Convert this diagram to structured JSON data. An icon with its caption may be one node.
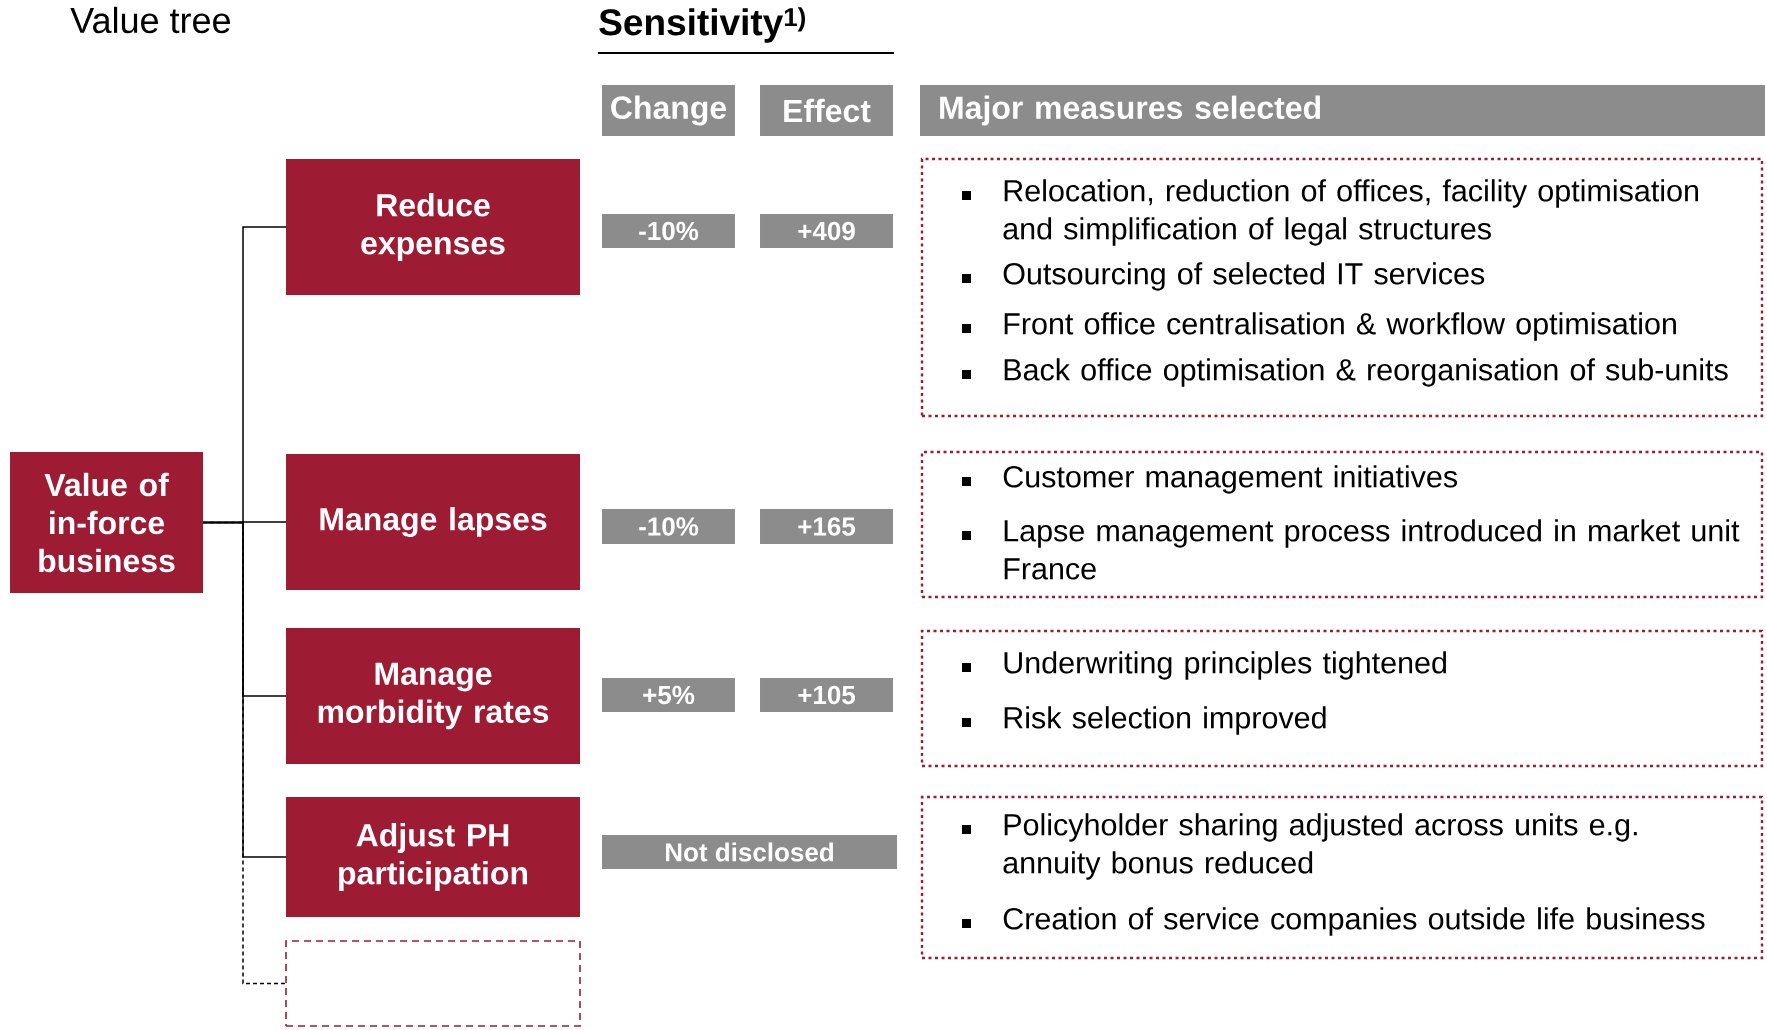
{
  "diagram": {
    "title": "Value tree",
    "nodes": [
      {
        "text": [
          "Value of in-force business"
        ]
      },
      {
        "text": [
          "Reduce expenses"
        ]
      },
      {
        "text": [
          "Manage lapses"
        ]
      },
      {
        "text": [
          "Manage morbidity rates"
        ]
      },
      {
        "text": [
          "Adjust PH participation"
        ]
      },
      {
        "text": [],
        "shape": "box"
      },
      {
        "text": [
          "Change"
        ]
      },
      {
        "text": [
          "Effect"
        ]
      },
      {
        "text": [
          "Major measures selected"
        ]
      },
      {
        "text": [
          "-10%"
        ]
      },
      {
        "text": [
          "+409"
        ]
      },
      {
        "text": [
          "Relocation, reduction of offices, facility optimisation and simplification of legal structures",
          "Outsourcing of selected IT services",
          "Front office centralisation & workflow optimisation",
          "Back office optimisation & reorganisation of sub-units"
        ]
      },
      {
        "text": [
          "-10%"
        ]
      },
      {
        "text": [
          "+165"
        ]
      },
      {
        "text": [
          "Customer management initiatives",
          "Lapse management process introduced in market unit France"
        ]
      },
      {
        "text": [
          "+5%"
        ]
      },
      {
        "text": [
          "+105"
        ]
      },
      {
        "text": [
          "Underwriting principles tightened",
          "Risk selection improved"
        ]
      },
      {
        "text": [
          "Not disclosed"
        ]
      },
      {
        "text": [
          "Policyholder sharing adjusted across units e.g. annuity bonus reduced",
          "Creation of service companies outside life business"
        ]
      }
    ],
    "edges": [
      {
        "from": 0,
        "to": 1,
        "arrow": "none"
      },
      {
        "from": 0,
        "to": 2,
        "arrow": "none"
      },
      {
        "from": 0,
        "to": 3,
        "arrow": "none"
      },
      {
        "from": 0,
        "to": 4,
        "arrow": "none"
      },
      {
        "from": 0,
        "to": 5,
        "arrow": "none",
        "style": "dashed"
      }
    ],
    "labels": [
      "Sensitivity$^{1)}$"
    ]
  }
}
